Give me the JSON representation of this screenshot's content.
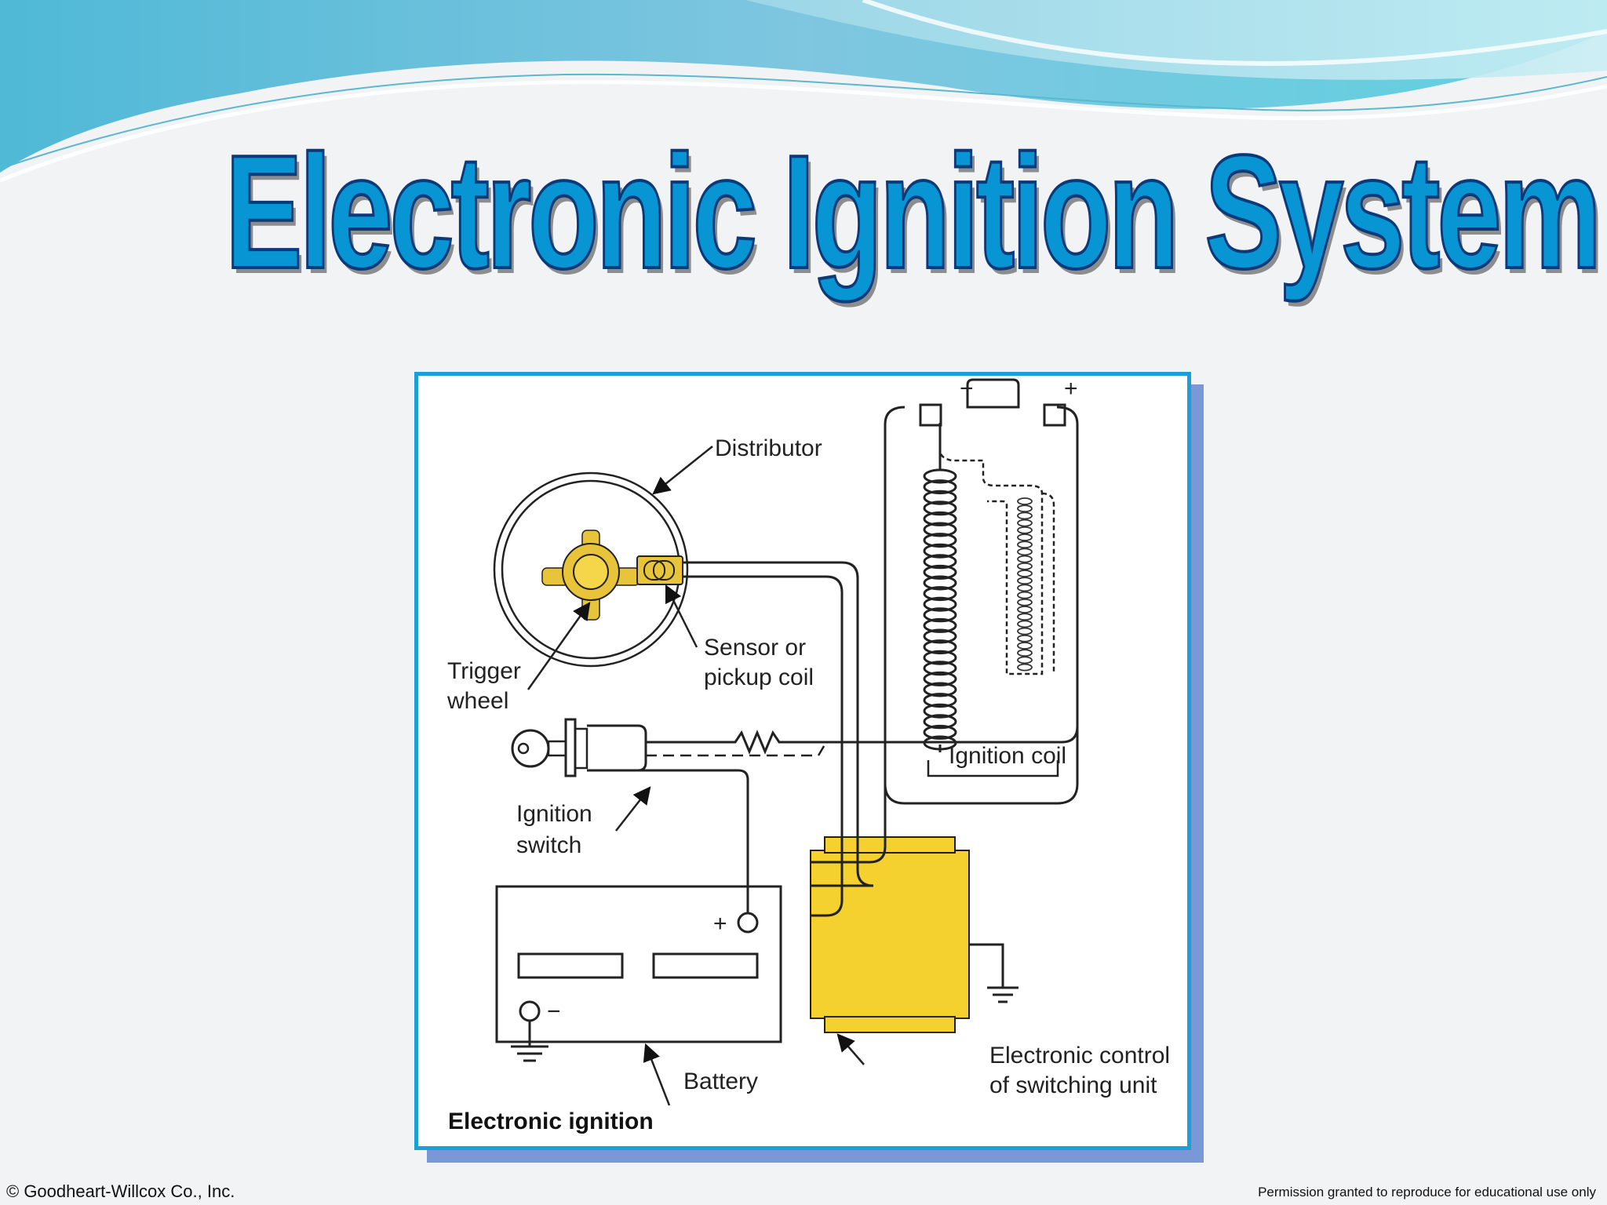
{
  "slide": {
    "title": "Electronic Ignition System",
    "copyright": "© Goodheart-Willcox Co., Inc.",
    "permission": "Permission granted to reproduce for educational use only"
  },
  "diagram": {
    "labels": {
      "distributor": "Distributor",
      "sensor_line1": "Sensor or",
      "sensor_line2": "pickup coil",
      "trigger_line1": "Trigger",
      "trigger_line2": "wheel",
      "switch_line1": "Ignition",
      "switch_line2": "switch",
      "ignition_coil": "Ignition coil",
      "coil_minus": "−",
      "coil_plus": "+",
      "battery": "Battery",
      "battery_plus": "+",
      "battery_minus": "−",
      "control_line1": "Electronic control",
      "control_line2": "of switching unit",
      "caption": "Electronic ignition"
    },
    "colors": {
      "component_fill": "#f5d130",
      "trigger_fill": "#e8c43a",
      "frame": "#1aa0d8",
      "title": "#0796d3"
    }
  }
}
